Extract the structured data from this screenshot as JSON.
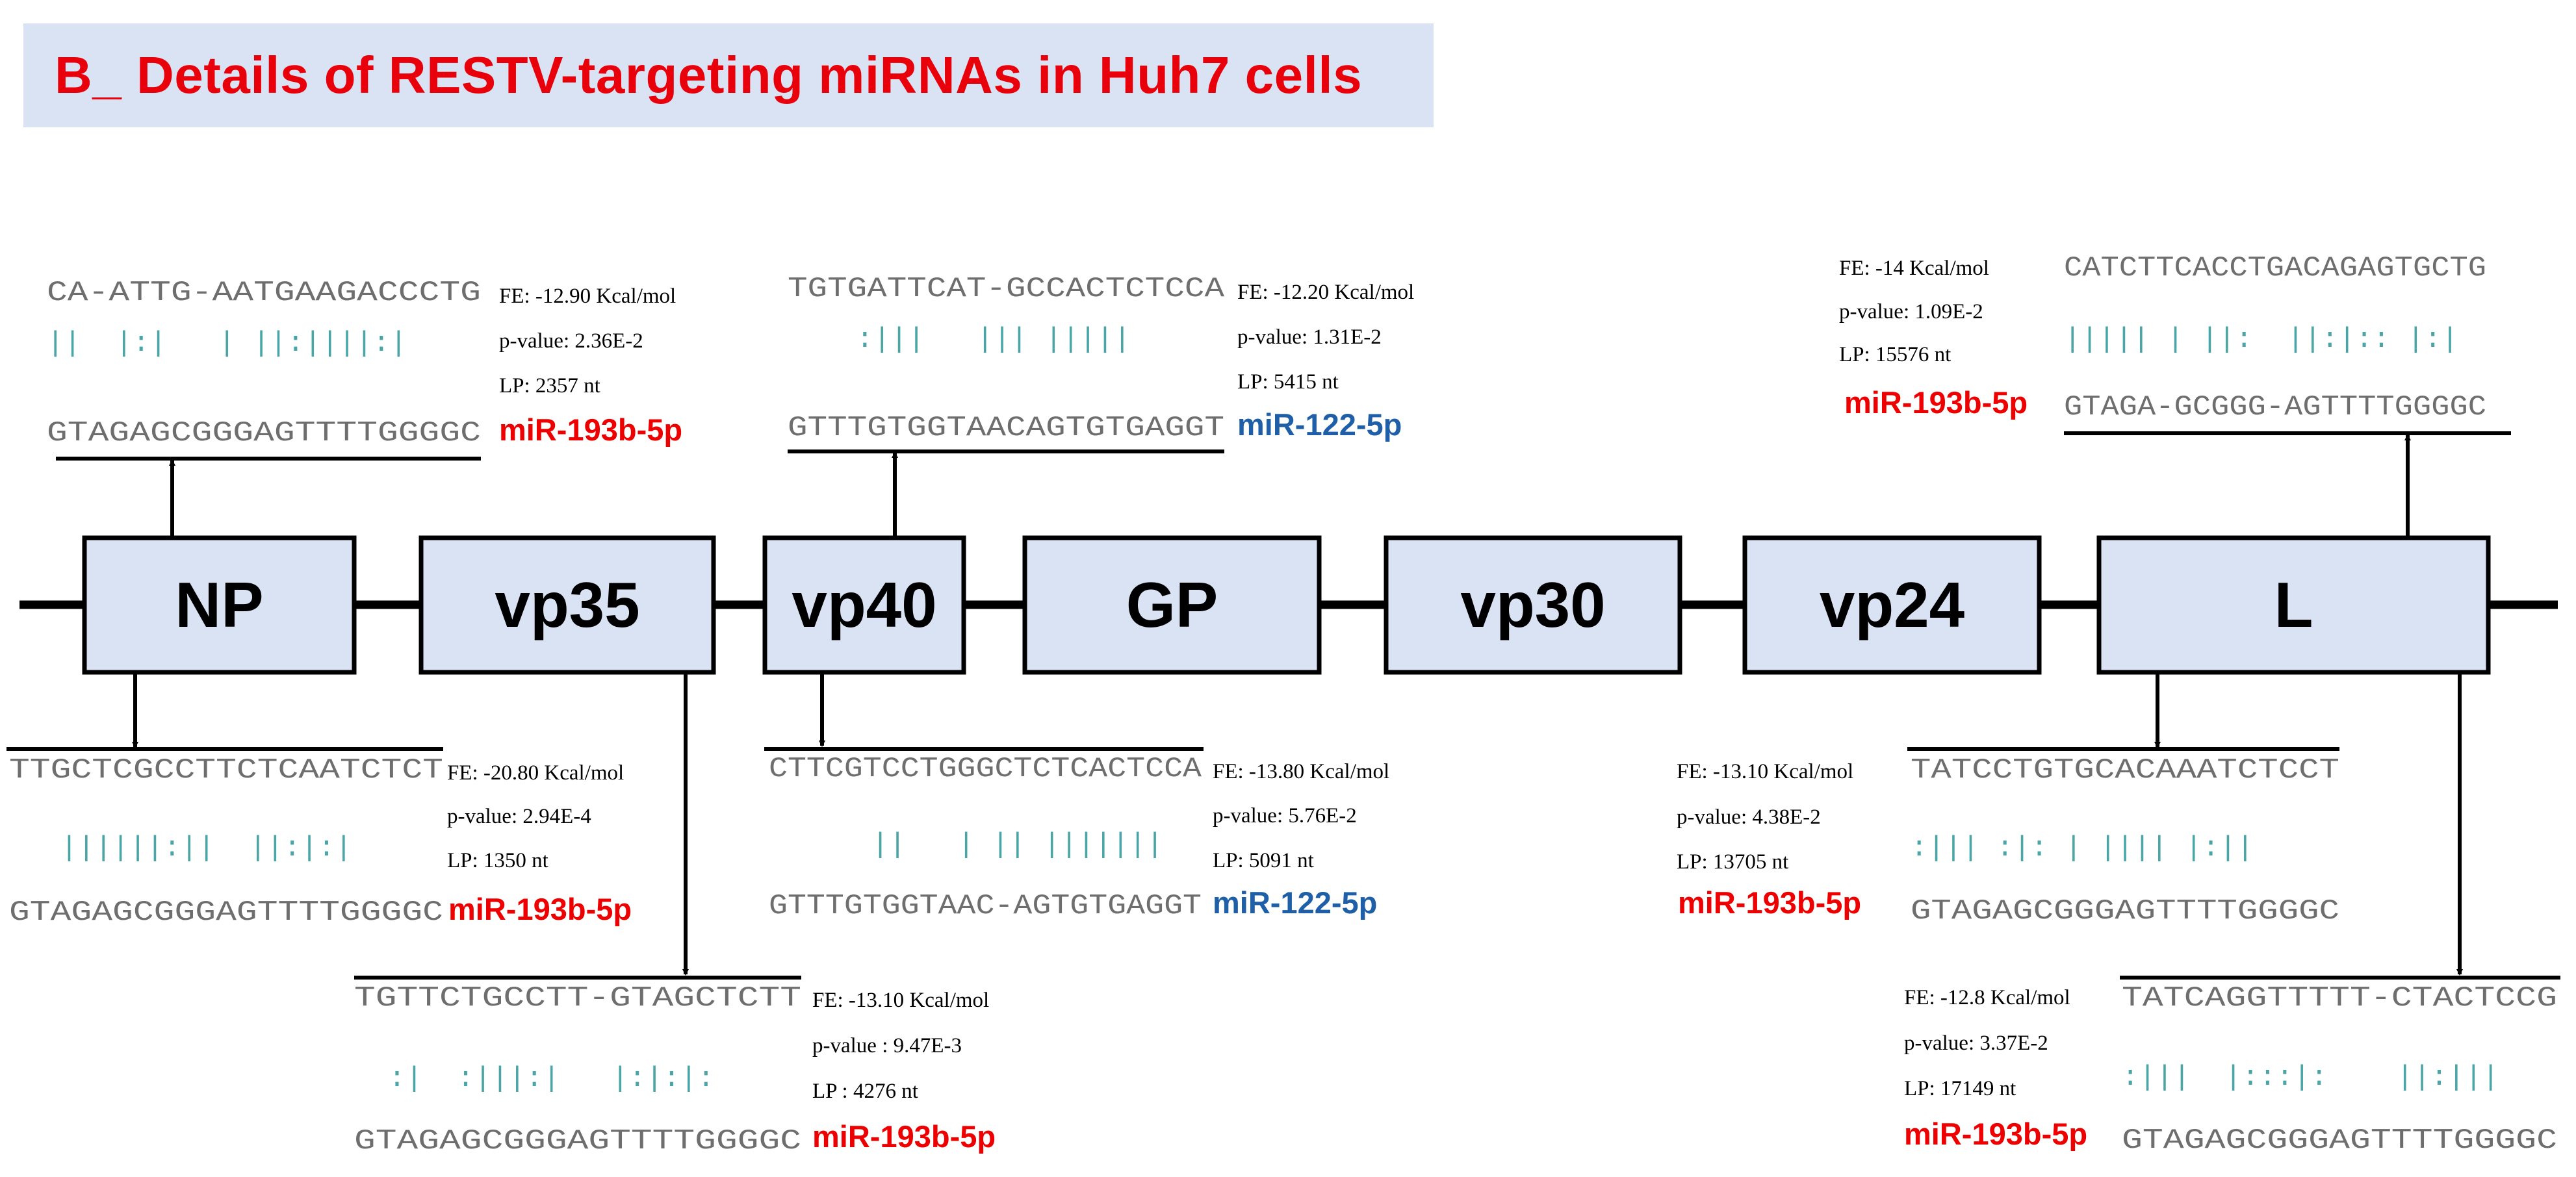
{
  "title": "B_ Details of RESTV-targeting miRNAs in Huh7 cells",
  "colors": {
    "title_text": "#e8000b",
    "banner_bg": "#dae3f3",
    "box_fill": "#dae3f3",
    "mirna_red": "#ee0000",
    "mirna_blue": "#1f5fa8",
    "sequence_gray": "#6e6e6e",
    "pair_teal": "#4aa6a6"
  },
  "genes": [
    "NP",
    "vp35",
    "vp40",
    "GP",
    "vp30",
    "vp24",
    "L"
  ],
  "sites": [
    {
      "gene": "NP",
      "position": "above",
      "target": "CA-ATTG-AATGAAGACCCTG",
      "pairing": "||  |:|   | ||:||||:|",
      "mirna_seq": "GTAGAGCGGGAGTTTTGGGGC",
      "fe": "FE: -12.90 Kcal/mol",
      "pvalue": "p-value: 2.36E-2",
      "lp": "LP: 2357 nt",
      "mirna": "miR-193b-5p",
      "mirna_color": "#ee0000"
    },
    {
      "gene": "vp40",
      "position": "above",
      "target": "TGTGATTCAT-GCCACTCTCCA",
      "pairing": "    :|||   ||| |||||",
      "mirna_seq": "GTTTGTGGTAACAGTGTGAGGT",
      "fe": "FE: -12.20 Kcal/mol",
      "pvalue": "p-value: 1.31E-2",
      "lp": "LP: 5415 nt",
      "mirna": "miR-122-5p",
      "mirna_color": "#1f5fa8"
    },
    {
      "gene": "L",
      "position": "above",
      "target": "CATCTTCACCTGACAGAGTGCTG",
      "pairing": "||||| | ||:  ||:|:: |:|",
      "mirna_seq": "GTAGA-GCGGG-AGTTTTGGGGC",
      "fe": "FE: -14 Kcal/mol",
      "pvalue": "p-value: 1.09E-2",
      "lp": "LP: 15576 nt",
      "mirna": "miR-193b-5p",
      "mirna_color": "#ee0000"
    },
    {
      "gene": "NP",
      "position": "below",
      "target": "TTGCTCGCCTTCTCAATCTCT",
      "pairing": "   ||||||:||  ||:|:|",
      "mirna_seq": "GTAGAGCGGGAGTTTTGGGGC",
      "fe": "FE: -20.80 Kcal/mol",
      "pvalue": "p-value: 2.94E-4",
      "lp": "LP: 1350 nt",
      "mirna": "miR-193b-5p",
      "mirna_color": "#ee0000"
    },
    {
      "gene": "vp40",
      "position": "below",
      "target": "CTTCGTCCTGGGCTCTCACTCCA",
      "pairing": "      ||   | || |||||||",
      "mirna_seq": "GTTTGTGGTAAC-AGTGTGAGGT",
      "fe": "FE: -13.80 Kcal/mol",
      "pvalue": "p-value: 5.76E-2",
      "lp": "LP: 5091 nt",
      "mirna": "miR-122-5p",
      "mirna_color": "#1f5fa8"
    },
    {
      "gene": "vp35",
      "position": "below",
      "target": "TGTTCTGCCTT-GTAGCTCTT",
      "pairing": "  :|  :|||:|   |:|:|:",
      "mirna_seq": "GTAGAGCGGGAGTTTTGGGGC",
      "fe": "FE: -13.10 Kcal/mol",
      "pvalue": "p-value : 9.47E-3",
      "lp": "LP : 4276 nt",
      "mirna": "miR-193b-5p",
      "mirna_color": "#ee0000"
    },
    {
      "gene": "L",
      "position": "below",
      "target": "TATCCTGTGCACAAATCTCCT",
      "pairing": ":||| :|: | |||| |:||",
      "mirna_seq": "GTAGAGCGGGAGTTTTGGGGC",
      "fe": "FE: -13.10 Kcal/mol",
      "pvalue": "p-value: 4.38E-2",
      "lp": "LP: 13705 nt",
      "mirna": "miR-193b-5p",
      "mirna_color": "#ee0000"
    },
    {
      "gene": "L",
      "position": "below",
      "target": "TATCAGGTTTTT-CTACTCCG",
      "pairing": ":|||  |:::|:    ||:|||",
      "mirna_seq": "GTAGAGCGGGAGTTTTGGGGC",
      "fe": "FE: -12.8 Kcal/mol",
      "pvalue": "p-value: 3.37E-2",
      "lp": "LP: 17149 nt",
      "mirna": "miR-193b-5p",
      "mirna_color": "#ee0000"
    }
  ]
}
